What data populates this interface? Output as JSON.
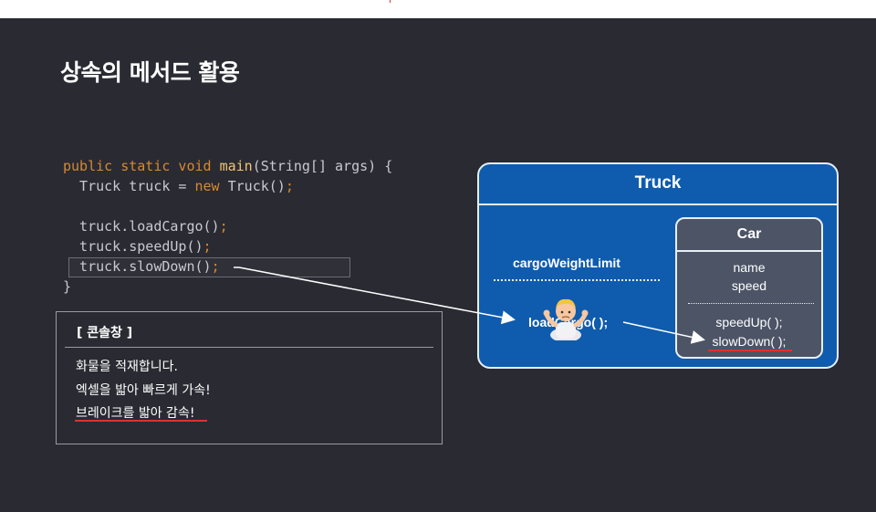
{
  "slide": {
    "title": "상속의 메서드 활용"
  },
  "code": {
    "line1": {
      "kw": "public static void ",
      "fn": "main",
      "rest": "(String[] args) {"
    },
    "line2": {
      "a": "  Truck truck = ",
      "kw": "new",
      "b": " Truck()",
      "semi": ";"
    },
    "line4": {
      "a": "  truck.loadCargo()",
      "semi": ";"
    },
    "line5": {
      "a": "  truck.speedUp()",
      "semi": ";"
    },
    "line6": {
      "a": "  truck.slowDown()",
      "semi": ";"
    },
    "line7": "}"
  },
  "console": {
    "header": "[ 콘솔창 ]",
    "outputs": [
      "화물을 적재합니다.",
      "엑셀을 밟아 빠르게 가속!",
      "브레이크를 밟아 감속!"
    ]
  },
  "truck_box": {
    "title": "Truck",
    "field": "cargoWeightLimit",
    "method": "loadCargo( );"
  },
  "car_box": {
    "title": "Car",
    "fields": [
      "name",
      "speed"
    ],
    "methods": [
      "speedUp( );",
      "slowDown( );"
    ]
  },
  "colors": {
    "background": "#2a2a33",
    "truck_blue": "#0f5cae",
    "car_gray": "#4c5466",
    "keyword_orange": "#d78a2e",
    "highlight_red": "#e0312f"
  },
  "icons": {
    "emoji": "person-shrugging-emoji"
  }
}
